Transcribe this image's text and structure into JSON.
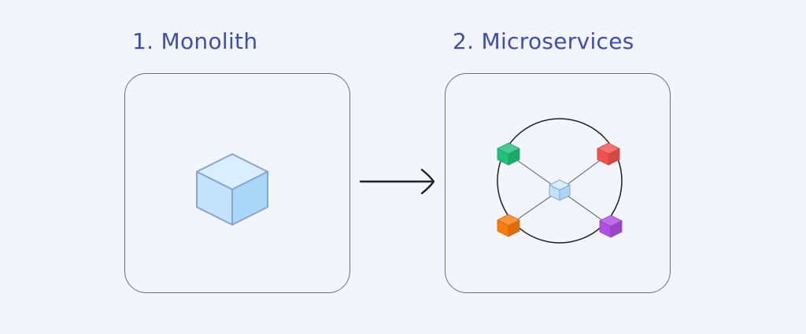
{
  "colors": {
    "background": "#f3f5fd",
    "heading": "#3f4db3",
    "panel_border": "#6a6e7a",
    "line": "#1f1f1f",
    "cube_face_top": "#d9eefe",
    "cube_face_left": "#c3e3fb",
    "cube_face_right": "#a8d7f7",
    "cube_edge": "#8aa3d4"
  },
  "monolith": {
    "title": "1. Monolith"
  },
  "microservices": {
    "title": "2. Microservices",
    "services": [
      {
        "name": "green-service",
        "color": "#22c07a"
      },
      {
        "name": "red-service",
        "color": "#f2524f"
      },
      {
        "name": "orange-service",
        "color": "#fb7d0e"
      },
      {
        "name": "purple-service",
        "color": "#b04ee2"
      }
    ]
  }
}
